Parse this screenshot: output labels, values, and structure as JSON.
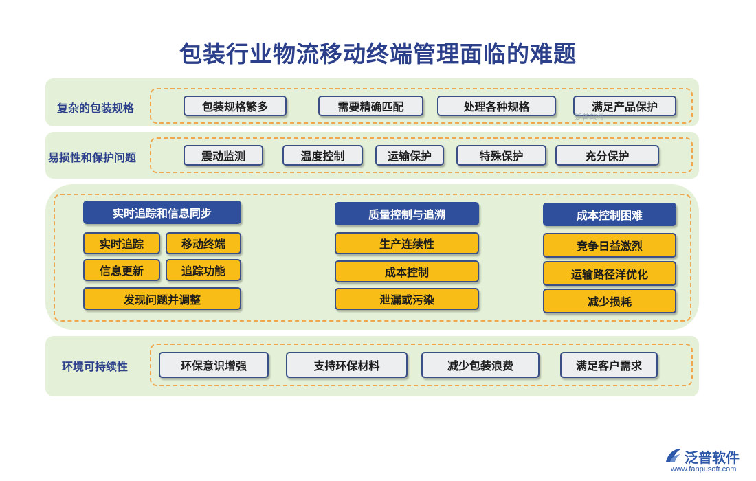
{
  "title": "包装行业物流移动终端管理面临的难题",
  "watermark": "泛普软件",
  "section1": {
    "label": "复杂的包装规格",
    "items": [
      "包装规格繁多",
      "需要精确匹配",
      "处理各种规格",
      "满足产品保护"
    ]
  },
  "section2": {
    "label": "易损性和保护问题",
    "items": [
      "震动监测",
      "温度控制",
      "运输保护",
      "特殊保护",
      "充分保护"
    ]
  },
  "section3": {
    "col1": {
      "header": "实时追踪和信息同步",
      "items": [
        "实时追踪",
        "移动终端",
        "信息更新",
        "追踪功能",
        "发现问题并调整"
      ]
    },
    "col2": {
      "header": "质量控制与追溯",
      "items": [
        "生产连续性",
        "成本控制",
        "泄漏或污染"
      ]
    },
    "col3": {
      "header": "成本控制困难",
      "items": [
        "竞争日益激烈",
        "运输路径洋优化",
        "减少损耗"
      ]
    }
  },
  "section4": {
    "label": "环境可持续性",
    "items": [
      "环保意识增强",
      "支持环保材料",
      "减少包装浪费",
      "满足客户需求"
    ]
  },
  "logo": {
    "name": "泛普软件",
    "url": "www.fanpusoft.com",
    "icon": "fanpu-logo-icon",
    "color": "#2d57a8"
  },
  "colors": {
    "title": "#2b3f8a",
    "band": "#e4f0d7",
    "dash": "#f0a850",
    "header": "#2f4f9c",
    "highlight": "#f8bd16"
  }
}
